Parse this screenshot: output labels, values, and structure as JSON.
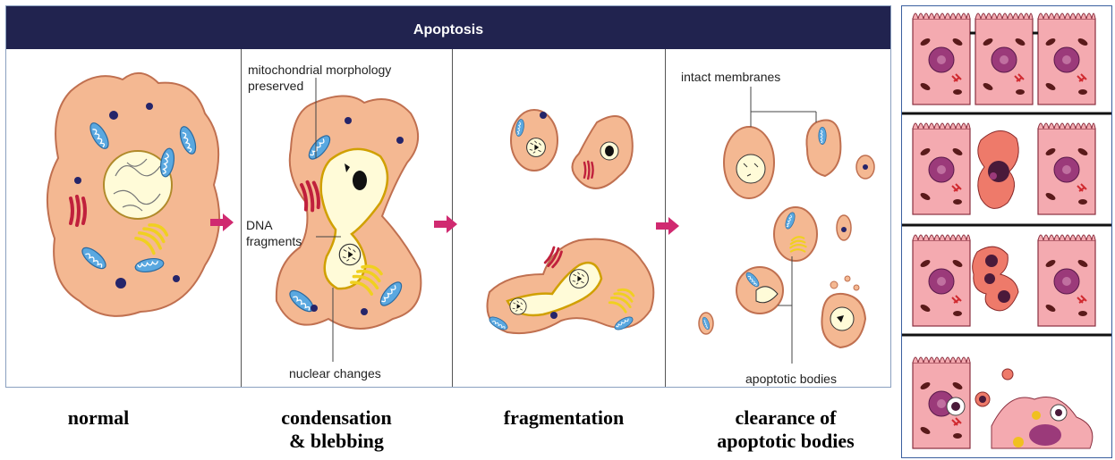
{
  "header": {
    "title": "Apoptosis"
  },
  "annotations": {
    "mitochondrial": "mitochondrial morphology\npreserved",
    "dna": "DNA\nfragments",
    "nuclear": "nuclear changes",
    "intact": "intact membranes",
    "apoptotic_bodies": "apoptotic bodies"
  },
  "stage_labels": {
    "normal": "normal",
    "condensation": "condensation\n& blebbing",
    "fragmentation": "fragmentation",
    "clearance": "clearance of\napoptotic bodies"
  },
  "colors": {
    "header": "#21234f",
    "cytoplasm": "#f4b892",
    "cell_outline": "#d08060",
    "nucleus": "#fffbd8",
    "mitochondria": "#5aa8e0",
    "er": "#c0203c",
    "golgi": "#f0d020",
    "arrow": "#d02a70",
    "tissue_cell": "#f4aab0",
    "tissue_nucleus": "#9b3a7a"
  },
  "icons": [
    "right-arrow-icon"
  ]
}
